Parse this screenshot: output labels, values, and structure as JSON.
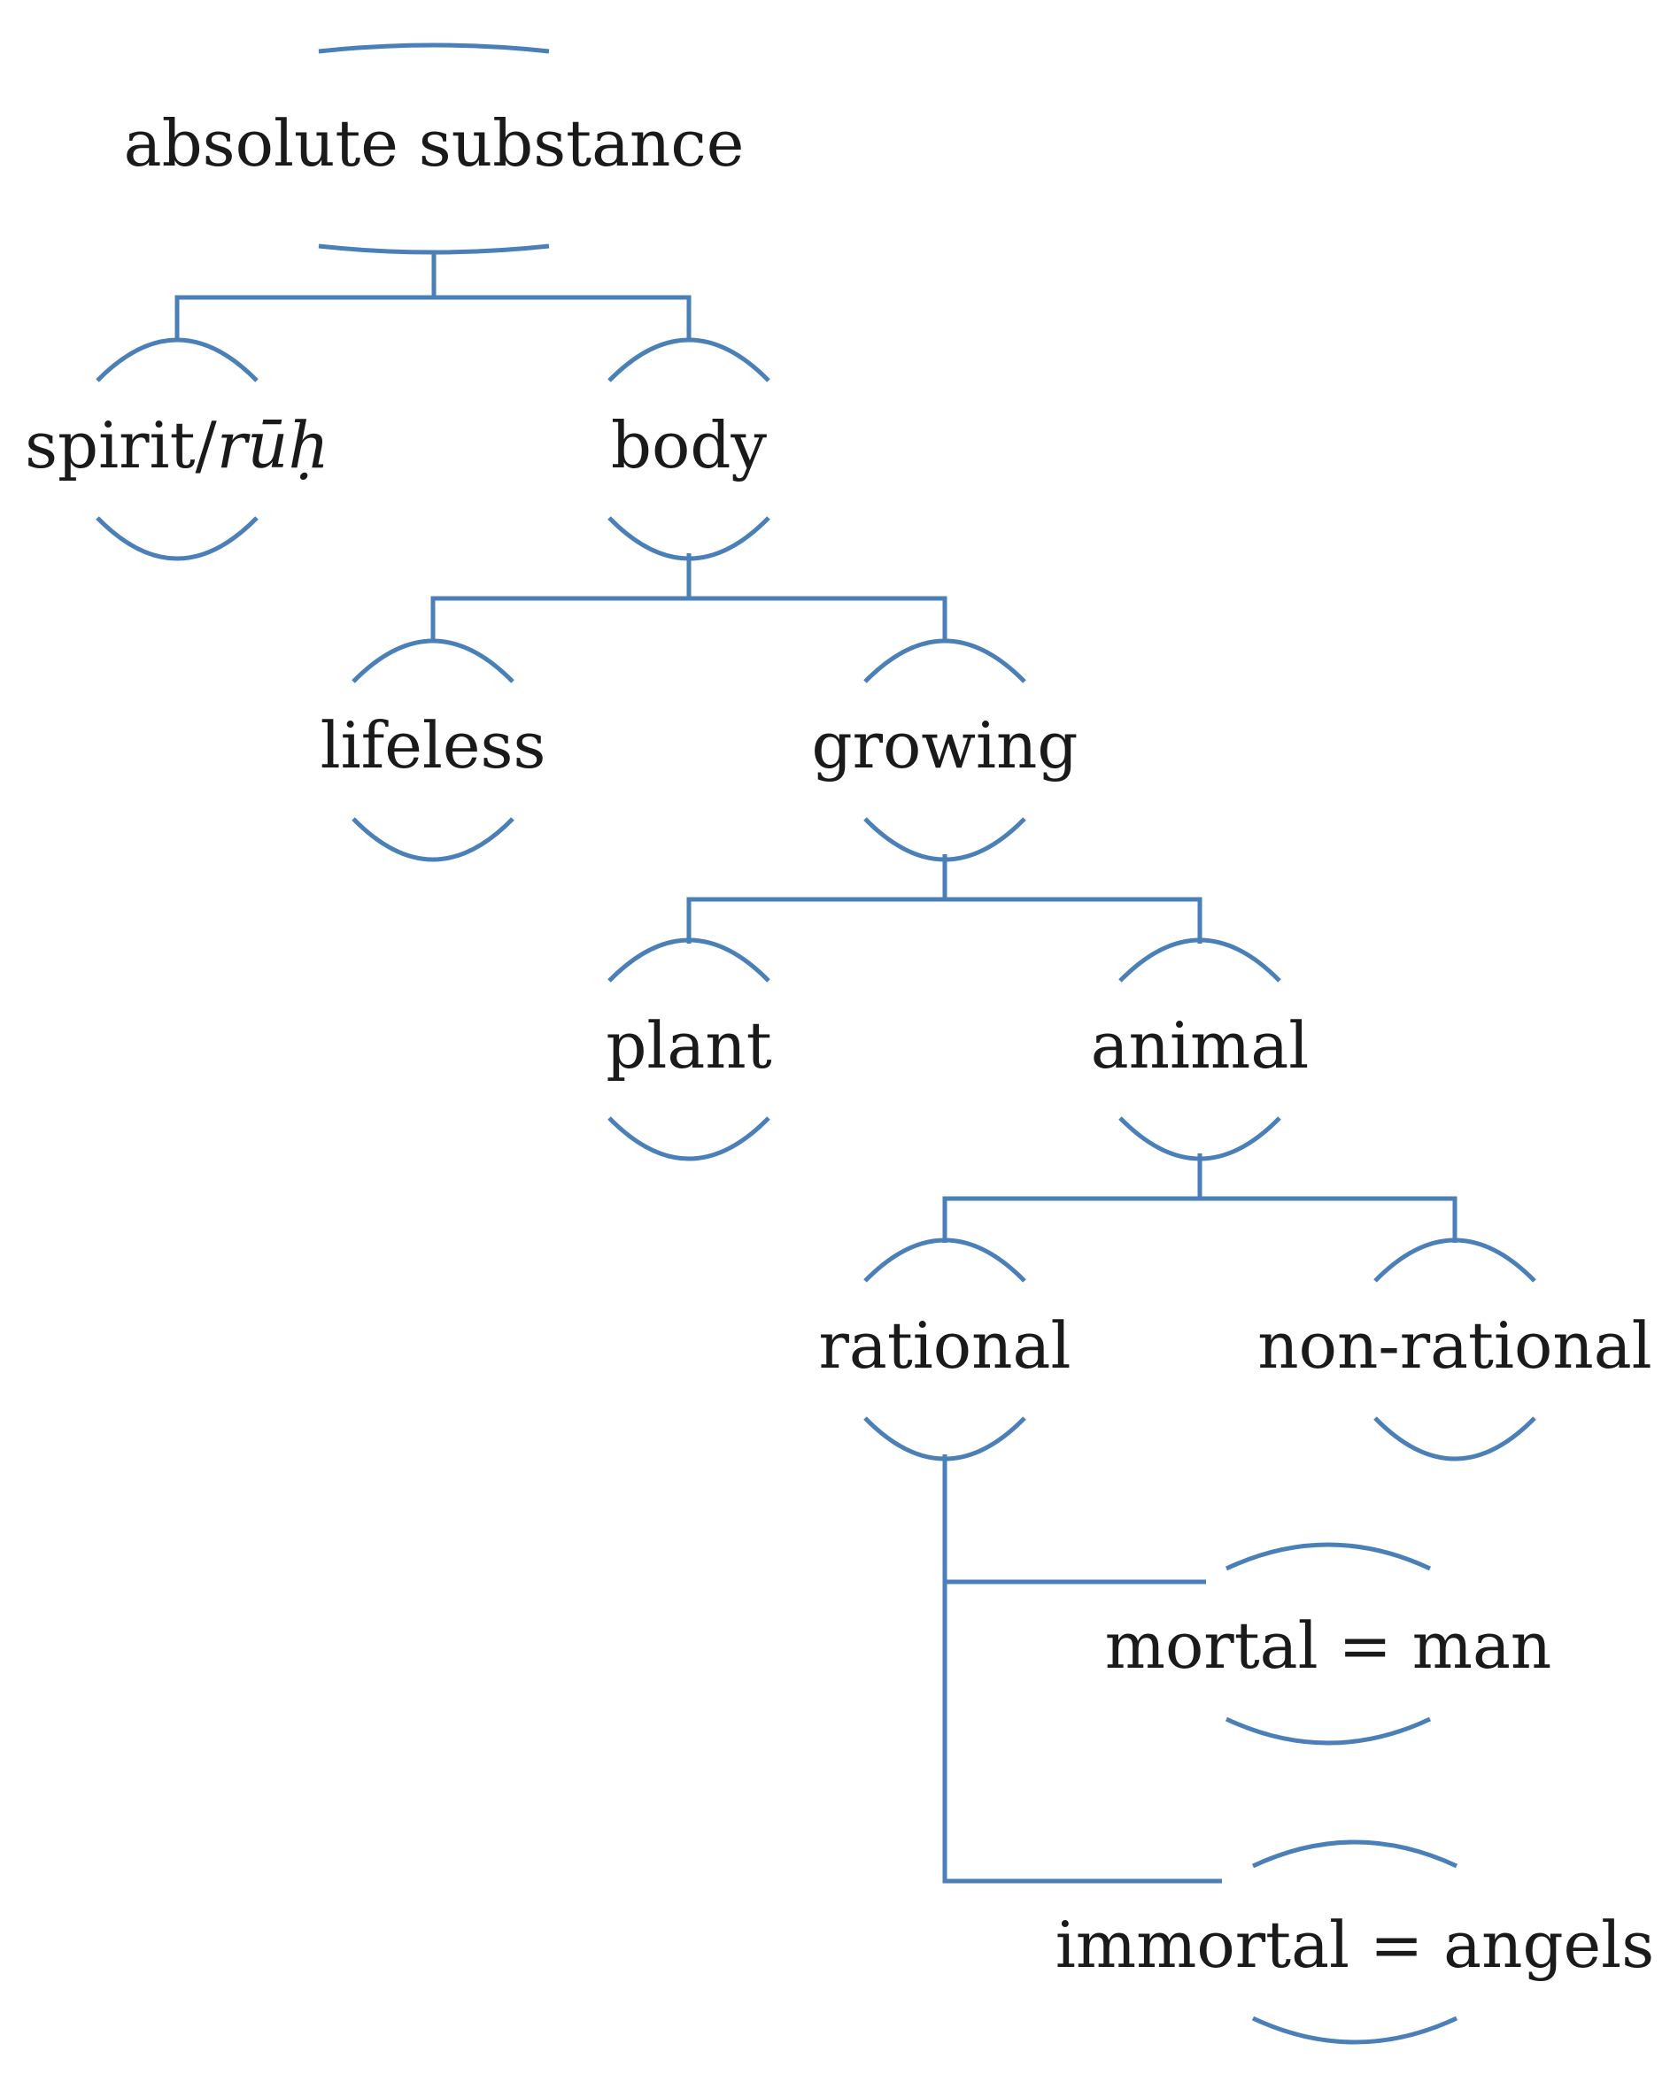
{
  "diagram": {
    "colors": {
      "line": "#4a7fb8",
      "text": "#1a1a1a",
      "background": "#ffffff"
    },
    "nodes": {
      "root": {
        "label": "absolute substance"
      },
      "spirit": {
        "label_prefix": "spirit/",
        "label_italic": "rūḥ"
      },
      "body": {
        "label": "body"
      },
      "lifeless": {
        "label": "lifeless"
      },
      "growing": {
        "label": "growing"
      },
      "plant": {
        "label": "plant"
      },
      "animal": {
        "label": "animal"
      },
      "rational": {
        "label": "rational"
      },
      "non_rational": {
        "label": "non-rational"
      },
      "mortal": {
        "label": "mortal = man"
      },
      "immortal": {
        "label": "immortal = angels"
      }
    },
    "edges": [
      {
        "from": "root",
        "to": "spirit"
      },
      {
        "from": "root",
        "to": "body"
      },
      {
        "from": "body",
        "to": "lifeless"
      },
      {
        "from": "body",
        "to": "growing"
      },
      {
        "from": "growing",
        "to": "plant"
      },
      {
        "from": "growing",
        "to": "animal"
      },
      {
        "from": "animal",
        "to": "rational"
      },
      {
        "from": "animal",
        "to": "non_rational"
      },
      {
        "from": "rational",
        "to": "mortal"
      },
      {
        "from": "rational",
        "to": "immortal"
      }
    ]
  }
}
